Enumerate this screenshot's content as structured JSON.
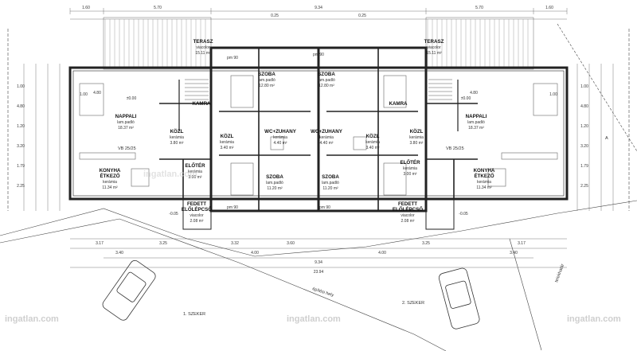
{
  "rooms": {
    "terasz_l": {
      "name": "TERASZ",
      "sub": "viacolor",
      "area": "15.11 m²"
    },
    "terasz_r": {
      "name": "TERASZ",
      "sub": "viacolor",
      "area": "15.11 m²"
    },
    "szoba_tl": {
      "name": "SZOBA",
      "sub": "lam.padló",
      "area": "12.80 m²"
    },
    "szoba_tr": {
      "name": "SZOBA",
      "sub": "lam.padló",
      "area": "12.80 m²"
    },
    "kamra_l": {
      "name": "KAMRA",
      "sub": "",
      "area": ""
    },
    "kamra_r": {
      "name": "KAMRA",
      "sub": "",
      "area": ""
    },
    "nappali_l": {
      "name": "NAPPALI",
      "sub": "lam.padló",
      "area": "18.37 m²"
    },
    "nappali_r": {
      "name": "NAPPALI",
      "sub": "lam.padló",
      "area": "18.37 m²"
    },
    "kozl_l1": {
      "name": "KÖZL",
      "sub": "kerámia",
      "area": "3.80 m²"
    },
    "kozl_l2": {
      "name": "KÖZL",
      "sub": "kerámia",
      "area": "3.40 m²"
    },
    "kozl_r1": {
      "name": "KÖZL",
      "sub": "kerámia",
      "area": "3.40 m²"
    },
    "kozl_r2": {
      "name": "KÖZL",
      "sub": "kerámia",
      "area": "3.80 m²"
    },
    "wc_l": {
      "name": "WC+ZUHANY",
      "sub": "kerámia",
      "area": "4.40 m²"
    },
    "wc_r": {
      "name": "WC+ZUHANY",
      "sub": "kerámia",
      "area": "4.40 m²"
    },
    "konyha_l": {
      "name": "KONYHA",
      "name2": "ÉTKEZŐ",
      "sub": "kerámia",
      "area": "11.34 m²"
    },
    "konyha_r": {
      "name": "KONYHA",
      "name2": "ÉTKEZŐ",
      "sub": "kerámia",
      "area": "11.34 m²"
    },
    "eloter_l": {
      "name": "ELŐTÉR",
      "sub": "kerámia",
      "area": "3.00 m²"
    },
    "eloter_r": {
      "name": "ELŐTÉR",
      "sub": "kerámia",
      "area": "3.00 m²"
    },
    "szoba_bl": {
      "name": "SZOBA",
      "sub": "lam.padló",
      "area": "11.20 m²"
    },
    "szoba_br": {
      "name": "SZOBA",
      "sub": "lam.padló",
      "area": "11.20 m²"
    },
    "fedett_l": {
      "name": "FEDETT",
      "name2": "ELŐLÉPCSŐ",
      "sub": "viacolor",
      "area": "2.08 m²"
    },
    "fedett_r": {
      "name": "FEDETT",
      "name2": "ELŐLÉPCSŐ",
      "sub": "viacolor",
      "area": "2.08 m²"
    }
  },
  "labels": {
    "vb_l": "VB 25/25",
    "vb_r": "VB 25/25",
    "section": "A",
    "site": "építési hely",
    "street": "telekhatár",
    "parking_l": "1. SZEKER",
    "parking_r": "2. SZEKER"
  },
  "dims": {
    "top": [
      "1.60",
      "5.70",
      "9.34",
      "5.70",
      "1.60"
    ],
    "top2": [
      "0.25",
      "0.25"
    ],
    "bottom1": [
      "3.17",
      "3.25",
      "3.32",
      "3.60",
      "3.25",
      "3.17"
    ],
    "bottom2": [
      "3.40",
      "4.00",
      "4.00",
      "3.40"
    ],
    "bottom3": [
      "9.34"
    ],
    "bottom4": [
      "23.94"
    ],
    "right": [
      "1.00",
      "4.80",
      "1.20",
      "3.20",
      "1.79",
      "2.25"
    ],
    "left": [
      "1.00",
      "4.80",
      "1.20",
      "3.20",
      "1.79",
      "2.25"
    ],
    "small": [
      "pm 90",
      "pm 90",
      "pm 90",
      "pm 90",
      "4.80",
      "4.80",
      "1.00",
      "1.00",
      "-0.05",
      "-0.05",
      "±0.00",
      "±0.00"
    ]
  },
  "watermarks": [
    "ingatlan.com",
    "ingatlan.com",
    "ingatlan.com",
    "ingatlan.com"
  ]
}
